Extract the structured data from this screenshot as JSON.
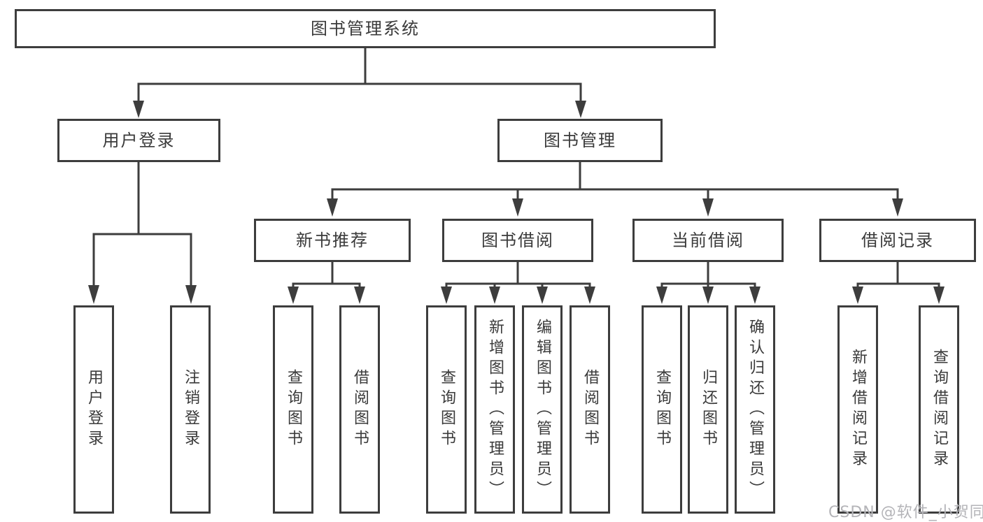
{
  "diagram": {
    "title": "图书管理系统",
    "tree": {
      "root": {
        "label": "图书管理系统"
      },
      "branches": [
        {
          "label": "用户登录",
          "children": [
            {
              "label": "用户登录"
            },
            {
              "label": "注销登录"
            }
          ]
        },
        {
          "label": "图书管理",
          "children": [
            {
              "label": "新书推荐",
              "children": [
                {
                  "label": "查询图书"
                },
                {
                  "label": "借阅图书"
                }
              ]
            },
            {
              "label": "图书借阅",
              "children": [
                {
                  "label": "查询图书"
                },
                {
                  "label": "新增图书（管理员）"
                },
                {
                  "label": "编辑图书（管理员）"
                },
                {
                  "label": "借阅图书"
                }
              ]
            },
            {
              "label": "当前借阅",
              "children": [
                {
                  "label": "查询图书"
                },
                {
                  "label": "归还图书"
                },
                {
                  "label": "确认归还（管理员）"
                }
              ]
            },
            {
              "label": "借阅记录",
              "children": [
                {
                  "label": "新增借阅记录"
                },
                {
                  "label": "查询借阅记录"
                }
              ]
            }
          ]
        }
      ]
    },
    "colors": {
      "line": "#3d3d3d",
      "text": "#3a3a3a",
      "box_fill": "#ffffff",
      "background": "#ffffff",
      "watermark": "#b4b4b8"
    }
  },
  "watermark": "CSDN @软件_小贺同学"
}
